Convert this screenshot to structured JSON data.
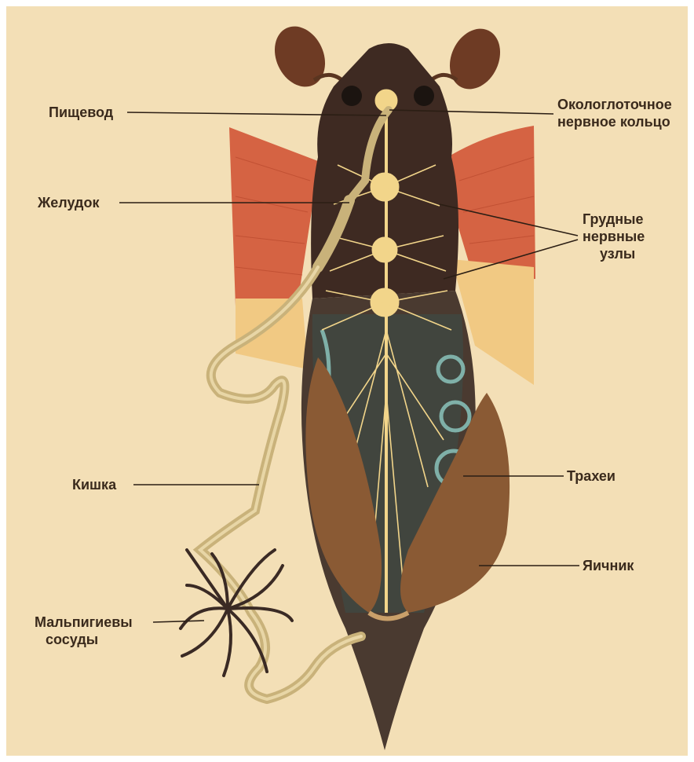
{
  "colors": {
    "paper": "#f3dfb6",
    "body": "#3e2a22",
    "wing": "#d2583a",
    "hindwing": "#f1c983",
    "intestine": "#c9b27a",
    "nerve": "#f2d58a",
    "trachea": "#7fb0a8",
    "ovary": "#8a5a34",
    "label_text": "#3a2a1c",
    "leader_line": "#2b1e14"
  },
  "labels": {
    "pishchevod": "Пищевод",
    "zheludok": "Желудок",
    "kishka": "Кишка",
    "malpigievy_line1": "Мальпигиевы",
    "malpigievy_line2": "сосуды",
    "okologlotochnoe_line1": "Окологлоточное",
    "okologlotochnoe_line2": "нервное кольцо",
    "grudnye_line1": "Грудные",
    "grudnye_line2": "нервные",
    "grudnye_line3": "узлы",
    "trakhei": "Трахеи",
    "yaichnik": "Яичник"
  }
}
